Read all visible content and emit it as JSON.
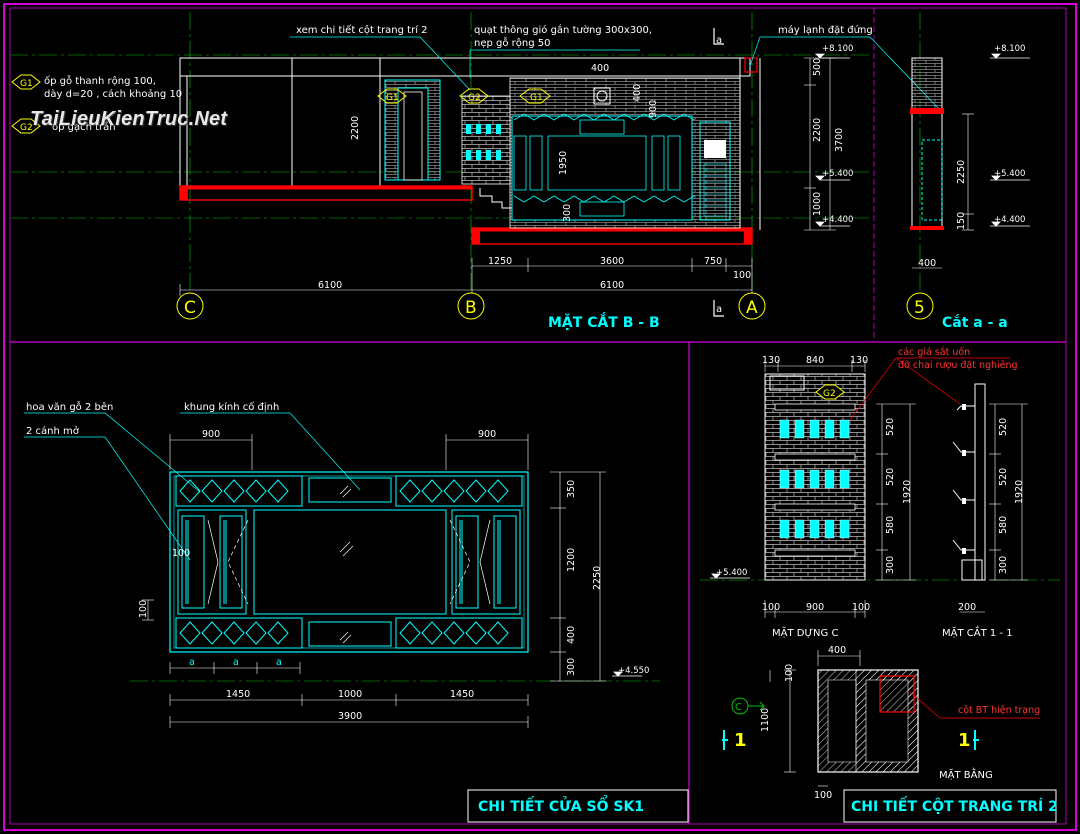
{
  "watermark": {
    "text": "TaiLieuKienTruc.Net"
  },
  "legend": {
    "g1_tag": "G1",
    "g1_line1": "ốp gỗ thanh rộng 100,",
    "g1_line2": "dày d=20 , cách khoảng 10",
    "g2_tag": "G2",
    "g2_line1": "ốp gạch trần"
  },
  "section_bb": {
    "title": "MẶT CẮT B - B",
    "note_column": "xem chi tiết cột trang trí 2",
    "note_fan_1": "quạt thông gió gắn tường 300x300,",
    "note_fan_2": "nẹp gỗ rộng 50",
    "note_ac": "máy lạnh đặt đứng",
    "tag_g1a": "G1",
    "tag_g2": "G2",
    "tag_g1b": "G1",
    "dim_400_top": "400",
    "dim_2200_left": "2200",
    "dim_1950": "1950",
    "dim_400_fan": "400",
    "dim_900_fan": "900",
    "dim_300_low": "300",
    "dims_bottom": [
      "1250",
      "3600",
      "750",
      "100"
    ],
    "dim_6100_left": "6100",
    "dim_6100_right": "6100",
    "dims_right": [
      "500",
      "2200",
      "1000",
      "3700"
    ],
    "levels": [
      "+8.100",
      "+5.400",
      "+4.400"
    ],
    "section_mark": "a",
    "axes": [
      "C",
      "B",
      "A"
    ]
  },
  "section_aa": {
    "title": "Cắt a - a",
    "axis": "5",
    "levels": [
      "+8.100",
      "+5.400",
      "+4.400"
    ],
    "dim_2250": "2250",
    "dim_150": "150",
    "dim_400": "400"
  },
  "window": {
    "title": "CHI TIẾT CỬA SỔ SK1",
    "note_pattern": "hoa văn gỗ 2 bên",
    "note_frame": "khung kính cố định",
    "note_open": "2 cánh mở",
    "dim_900_left": "900",
    "dim_900_right": "900",
    "dims_right": [
      "350",
      "1200",
      "400",
      "300",
      "2250"
    ],
    "dim_100_left": "100",
    "dim_100_inner": "100",
    "dims_a": [
      "a",
      "a",
      "a"
    ],
    "dims_bottom": [
      "1450",
      "1000",
      "1450"
    ],
    "dim_total": "3900",
    "level": "+4.550"
  },
  "column": {
    "title": "CHI TIẾT CỘT TRANG TRÍ 2",
    "note_iron_1": "các giá sắt uốn",
    "note_iron_2": "đỡ chai rượu đặt nghiêng",
    "dims_top": [
      "130",
      "840",
      "130"
    ],
    "tag_g2": "G2",
    "dims_right_c": [
      "520",
      "520",
      "580",
      "300",
      "1920"
    ],
    "dims_right_11": [
      "520",
      "520",
      "580",
      "300",
      "1920"
    ],
    "dims_bottom_c": [
      "100",
      "900",
      "100"
    ],
    "dim_200": "200",
    "level": "+5.400",
    "label_elev": "MẶT DỰNG C",
    "label_sec": "MẶT CẮT 1 - 1",
    "plan_dim_400": "400",
    "plan_dim_100_top": "100",
    "plan_dim_1100": "1100",
    "plan_dim_100_bottom": "100",
    "plan_note": "cột BT hiện trạng",
    "plan_label": "MẶT BẰNG",
    "plan_axis": "C",
    "cut_mark": "1"
  },
  "colors": {
    "cyan": "#00ffff",
    "white": "#ffffff",
    "red": "#ff0000",
    "yellow": "#ffff00",
    "magenta": "#d600d6",
    "green": "#00c000",
    "orange": "#ff9933"
  }
}
